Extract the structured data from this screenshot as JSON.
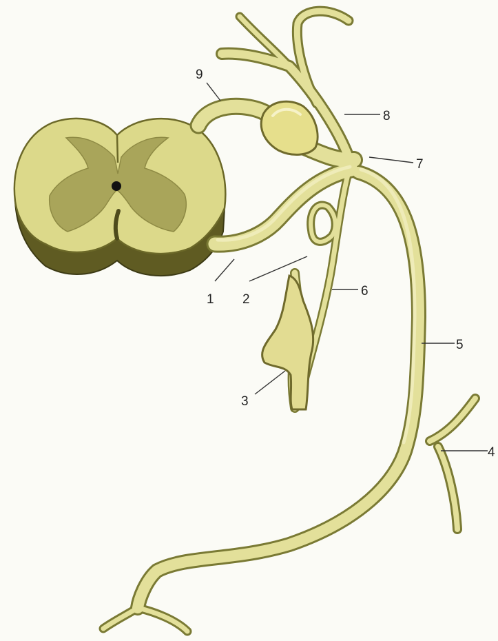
{
  "labels": {
    "l1": "1",
    "l2": "2",
    "l3": "3",
    "l4": "4",
    "l5": "5",
    "l6": "6",
    "l7": "7",
    "l8": "8",
    "l9": "9"
  },
  "colors": {
    "background": "#fbfbf6",
    "cord_white_matter": "#dcd98a",
    "cord_gray_matter": "#a9a55a",
    "cord_side": "#5f5b22",
    "nerve_fill": "#e3e09a",
    "nerve_edge": "#7a7a34",
    "ganglion": "#e6df8c",
    "central_canal": "#111111"
  }
}
